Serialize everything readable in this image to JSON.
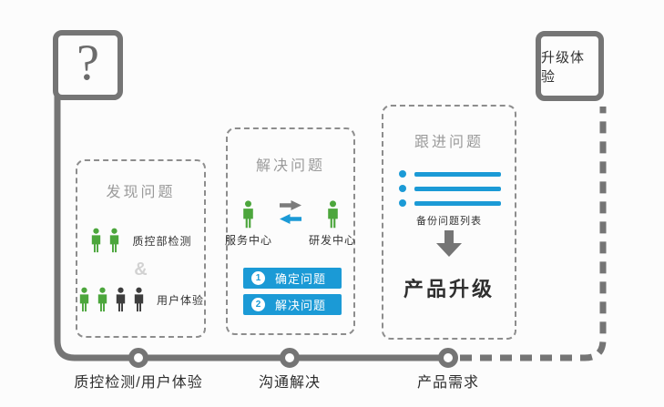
{
  "colors": {
    "line_gray": "#757575",
    "title_gray": "#9a9a9a",
    "text_dark": "#333333",
    "green": "#4ca63c",
    "person_dark": "#3d3d3d",
    "blue": "#1b9ad6",
    "amp_gray": "#d2d2d2"
  },
  "question_box": {
    "symbol": "?"
  },
  "upgrade_box": {
    "label": "升级体验"
  },
  "boxes": {
    "discover": {
      "title": "发现问题",
      "row1_label": "质控部检测",
      "amp": "&",
      "row2_label": "用户体验"
    },
    "solve": {
      "title": "解决问题",
      "left_label": "服务中心",
      "right_label": "研发中心",
      "steps": [
        {
          "num": "1",
          "label": "确定问题"
        },
        {
          "num": "2",
          "label": "解决问题"
        }
      ]
    },
    "follow": {
      "title": "跟进问题",
      "list_label": "备份问题列表",
      "result_label": "产品升级"
    }
  },
  "timeline": {
    "nodes": [
      {
        "label": "质控检测/用户体验"
      },
      {
        "label": "沟通解决"
      },
      {
        "label": "产品需求"
      }
    ]
  }
}
